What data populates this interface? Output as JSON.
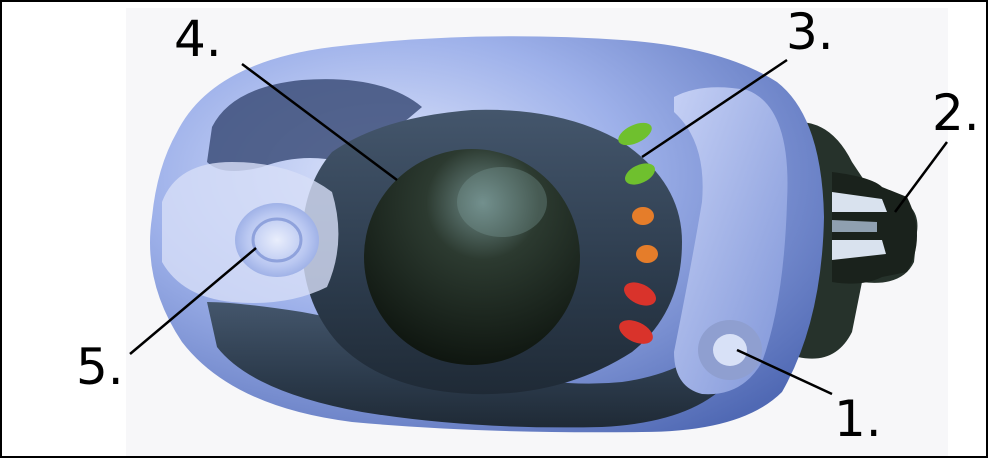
{
  "figure": {
    "callouts": [
      {
        "id": "button-right",
        "label": "1."
      },
      {
        "id": "cable-connector",
        "label": "2."
      },
      {
        "id": "led-indicators",
        "label": "3."
      },
      {
        "id": "trackball",
        "label": "4."
      },
      {
        "id": "button-left",
        "label": "5."
      }
    ],
    "leds": [
      {
        "color": "#6fc02e",
        "state": "green"
      },
      {
        "color": "#6fc02e",
        "state": "green"
      },
      {
        "color": "#e57d2a",
        "state": "orange"
      },
      {
        "color": "#e57d2a",
        "state": "orange"
      },
      {
        "color": "#d9332b",
        "state": "red"
      },
      {
        "color": "#d9332b",
        "state": "red"
      }
    ],
    "colors": {
      "body_light": "#a9b9ec",
      "body_mid": "#5f79c8",
      "body_dark": "#2f3f57",
      "ball": "#1f2a1f",
      "frame": "#000000"
    }
  }
}
